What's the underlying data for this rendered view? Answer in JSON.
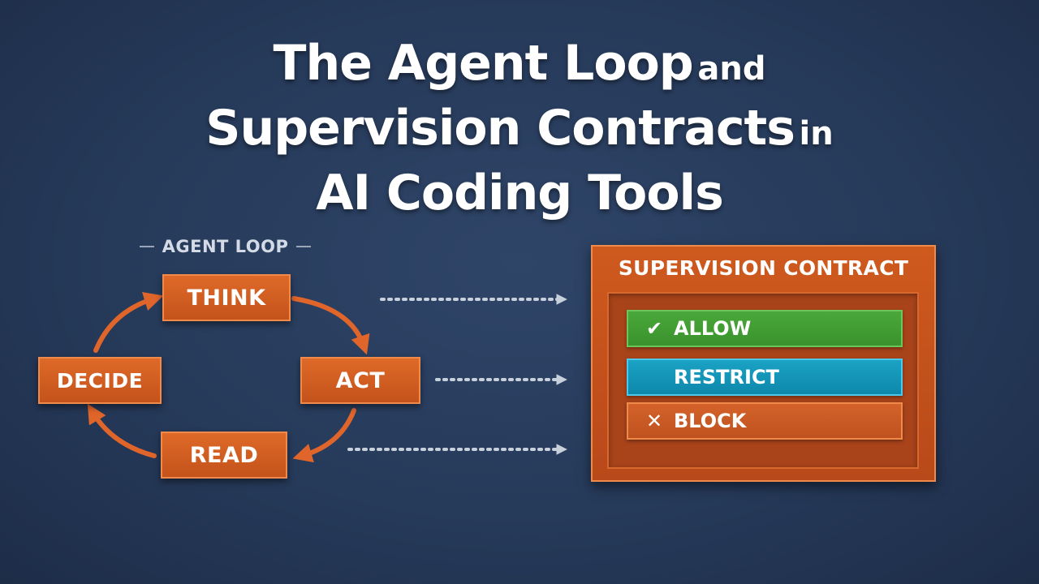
{
  "title": {
    "line1_main": "The Agent Loop",
    "line1_tail": "and",
    "line2_main": "Supervision Contracts",
    "line2_tail": "in",
    "line3": "AI Coding Tools"
  },
  "agent_loop": {
    "label": "AGENT LOOP",
    "nodes": {
      "think": "THINK",
      "act": "ACT",
      "read": "READ",
      "decide": "DECIDE"
    }
  },
  "supervision_contract": {
    "title": "SUPERVISION CONTRACT",
    "rules": {
      "allow": {
        "label": "ALLOW",
        "icon": "check-icon"
      },
      "restrict": {
        "label": "RESTRICT"
      },
      "block": {
        "label": "BLOCK",
        "icon": "x-icon"
      }
    }
  },
  "colors": {
    "background": "#263a5a",
    "node_orange": "#d4622a",
    "allow_green": "#3f9d33",
    "restrict_blue": "#1496b8",
    "block_orange": "#c8561f",
    "arrow_orange": "#e0652a",
    "connector_gray": "#c8d0dc"
  }
}
